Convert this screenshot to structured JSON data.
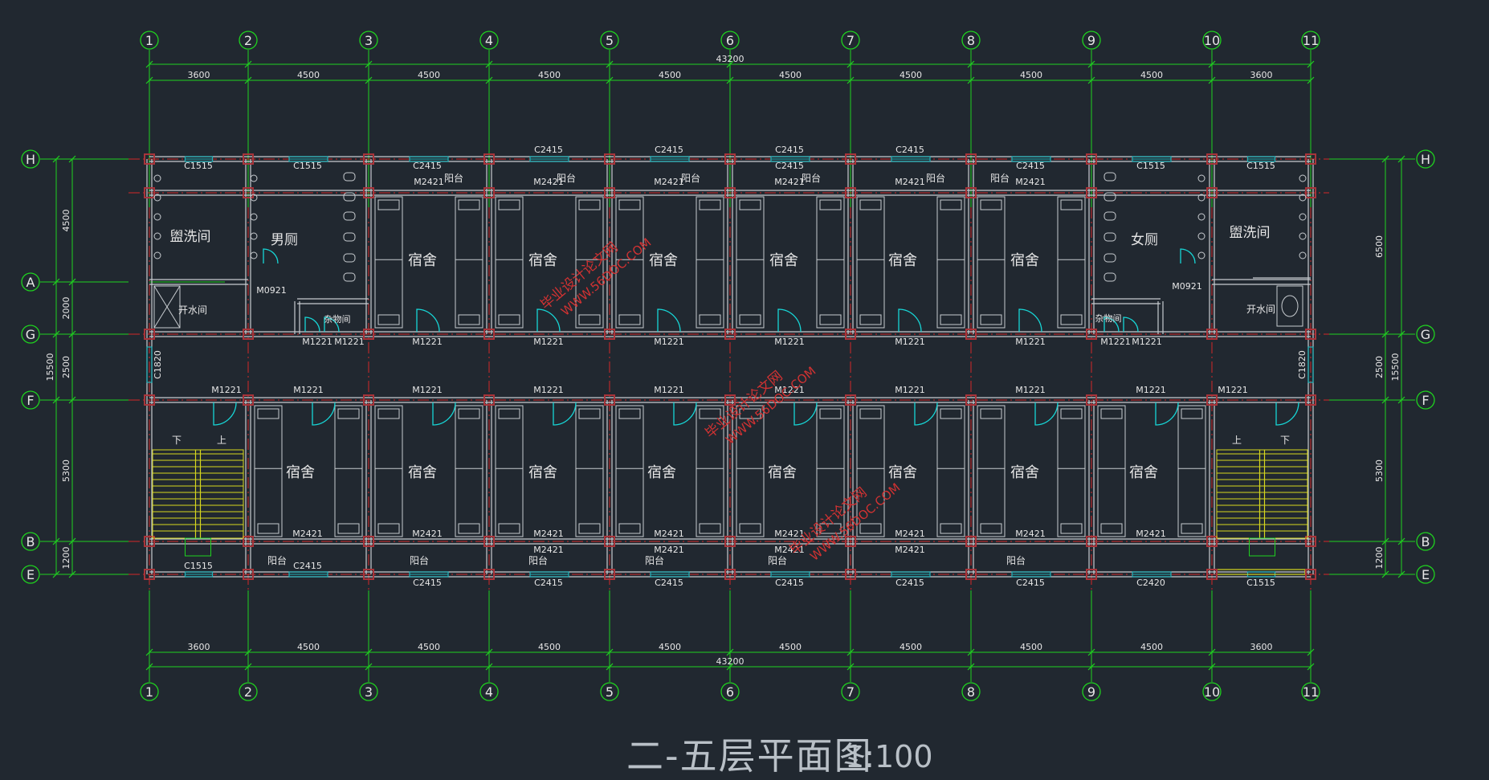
{
  "drawing": {
    "title": "二-五层平面图",
    "scale": "1:100",
    "grid_columns": [
      "1",
      "2",
      "3",
      "4",
      "5",
      "6",
      "7",
      "8",
      "9",
      "10",
      "11"
    ],
    "grid_rows": [
      "H",
      "A",
      "G",
      "F",
      "B",
      "E"
    ],
    "total_width_dim": "43200",
    "bay_dims": [
      "3600",
      "4500",
      "4500",
      "4500",
      "4500",
      "4500",
      "4500",
      "4500",
      "4500",
      "3600"
    ],
    "left_side_dims": [
      "4500",
      "2000",
      "2500",
      "5300",
      "1200"
    ],
    "left_total_dim": "15500",
    "right_side_dims": [
      "6500",
      "2500",
      "5300",
      "1200"
    ],
    "right_total_dim": "15500",
    "rooms": {
      "washroom": "盥洗间",
      "mens_toilet": "男厕",
      "womens_toilet": "女厕",
      "boiler": "开水间",
      "storage": "杂物间",
      "dorm": "宿舍",
      "balcony": "阳台"
    },
    "labels": {
      "window_top": "C2415",
      "window_small": "C1515",
      "window_side": "C1820",
      "window_bottom_right": "C2420",
      "door_room": "M1221",
      "door_balcony": "M2421",
      "door_toilet": "M0921",
      "stair_down": "下",
      "stair_up": "上"
    },
    "watermarks": [
      {
        "line1": "毕业设计论文网",
        "line2": "WWW.56DOC.COM"
      },
      {
        "line1": "毕业设计论文网",
        "line2": "WWW.56DOC.COM"
      },
      {
        "line1": "毕业设计论文网",
        "line2": "WWW.56DOC.COM"
      }
    ],
    "colors": {
      "background": "#212830",
      "grid_green": "#1fd21f",
      "axis_red": "#d42828",
      "wall": "#c8ccd0",
      "column": "#a8343a",
      "window_cyan": "#1fb2b9",
      "door_cyan": "#17d6d6",
      "stair_yellow": "#d7d71e",
      "text": "#e6e6e6",
      "watermark": "#d23232"
    }
  }
}
